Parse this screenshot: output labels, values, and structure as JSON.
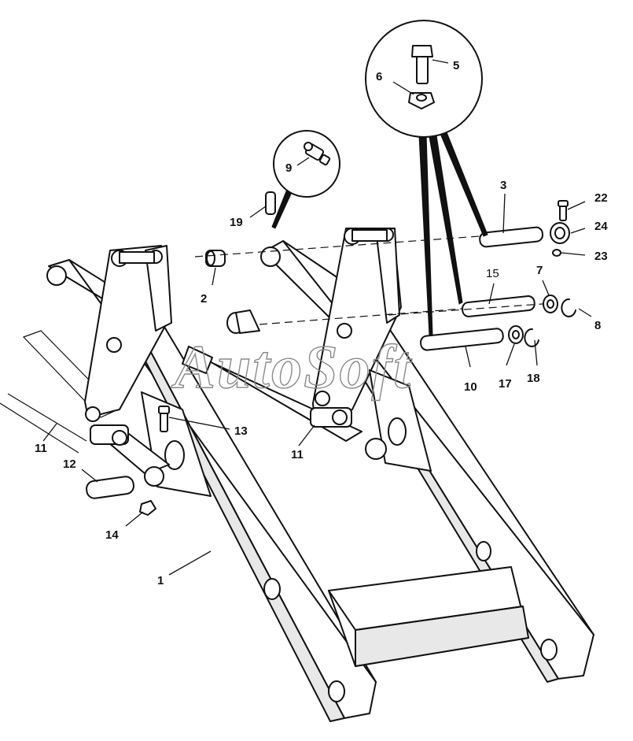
{
  "watermark": "AutoSoft",
  "callouts": {
    "1": "1",
    "2": "2",
    "3": "3",
    "5": "5",
    "6": "6",
    "7": "7",
    "8": "8",
    "9": "9",
    "10": "10",
    "11a": "11",
    "11b": "11",
    "12": "12",
    "13": "13",
    "14": "14",
    "15": "15",
    "17": "17",
    "18": "18",
    "19": "19",
    "22": "22",
    "23": "23",
    "24": "24"
  }
}
